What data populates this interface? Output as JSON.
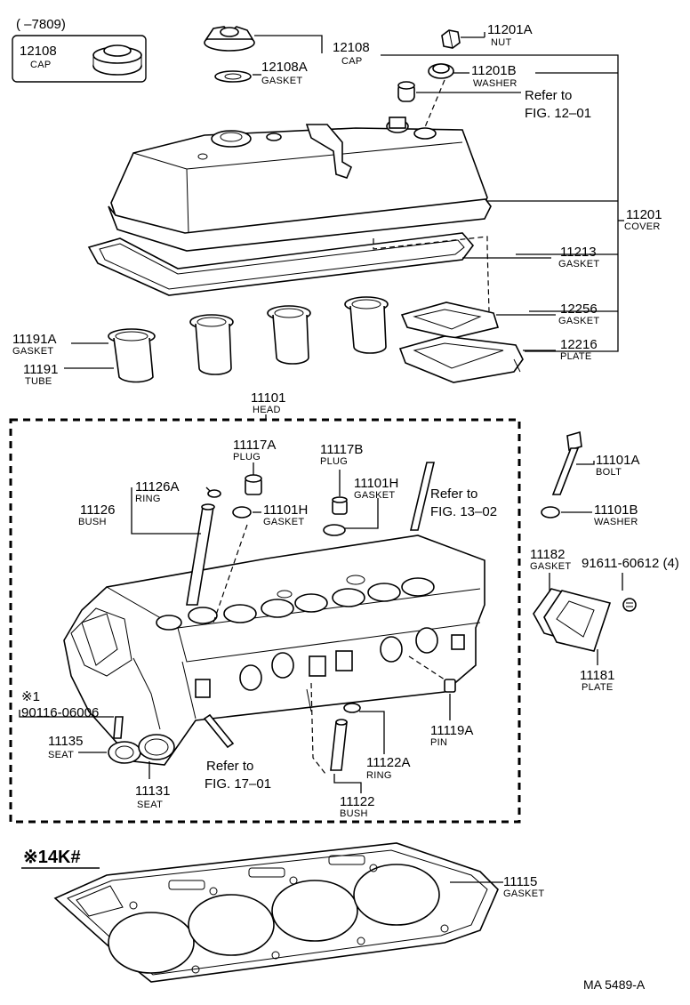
{
  "inset": {
    "date_range": "(   –7809)",
    "part_no": "12108",
    "name": "CAP"
  },
  "labels": {
    "cap_12108": {
      "num": "12108",
      "name": "CAP"
    },
    "gasket_12108A": {
      "num": "12108A",
      "name": "GASKET"
    },
    "nut_11201A": {
      "num": "11201A",
      "name": "NUT"
    },
    "washer_11201B": {
      "num": "11201B",
      "name": "WASHER"
    },
    "ref_12_01": {
      "line1": "Refer to",
      "line2": "FIG. 12–01"
    },
    "cover_11201": {
      "num": "11201",
      "name": "COVER"
    },
    "gasket_11213": {
      "num": "11213",
      "name": "GASKET"
    },
    "gasket_12256": {
      "num": "12256",
      "name": "GASKET"
    },
    "plate_12216": {
      "num": "12216",
      "name": "PLATE"
    },
    "gasket_11191A": {
      "num": "11191A",
      "name": "GASKET"
    },
    "tube_11191": {
      "num": "11191",
      "name": "TUBE"
    },
    "head_11101": {
      "num": "11101",
      "name": "HEAD"
    },
    "plug_11117A": {
      "num": "11117A",
      "name": "PLUG"
    },
    "plug_11117B": {
      "num": "11117B",
      "name": "PLUG"
    },
    "ring_11126A": {
      "num": "11126A",
      "name": "RING"
    },
    "bush_11126": {
      "num": "11126",
      "name": "BUSH"
    },
    "gasket_11101H_a": {
      "num": "11101H",
      "name": "GASKET"
    },
    "gasket_11101H_b": {
      "num": "11101H",
      "name": "GASKET"
    },
    "ref_13_02": {
      "line1": "Refer to",
      "line2": "FIG. 13–02"
    },
    "bolt_11101A": {
      "num": "11101A",
      "name": "BOLT"
    },
    "washer_11101B": {
      "num": "11101B",
      "name": "WASHER"
    },
    "gasket_11182": {
      "num": "11182",
      "name": "GASKET"
    },
    "bolt_91611": {
      "num": "91611-60612 (4)"
    },
    "plate_11181": {
      "num": "11181",
      "name": "PLATE"
    },
    "note_90116": {
      "mark": "※1",
      "num": "90116-06006"
    },
    "seat_11135": {
      "num": "11135",
      "name": "SEAT"
    },
    "seat_11131": {
      "num": "11131",
      "name": "SEAT"
    },
    "ref_17_01": {
      "line1": "Refer to",
      "line2": "FIG. 17–01"
    },
    "pin_11119A": {
      "num": "11119A",
      "name": "PIN"
    },
    "ring_11122A": {
      "num": "11122A",
      "name": "RING"
    },
    "bush_11122": {
      "num": "11122",
      "name": "BUSH"
    },
    "gasket_11115": {
      "num": "11115",
      "name": "GASKET"
    }
  },
  "engine_note": "※14K#",
  "footer_code": "MA  5489-A"
}
